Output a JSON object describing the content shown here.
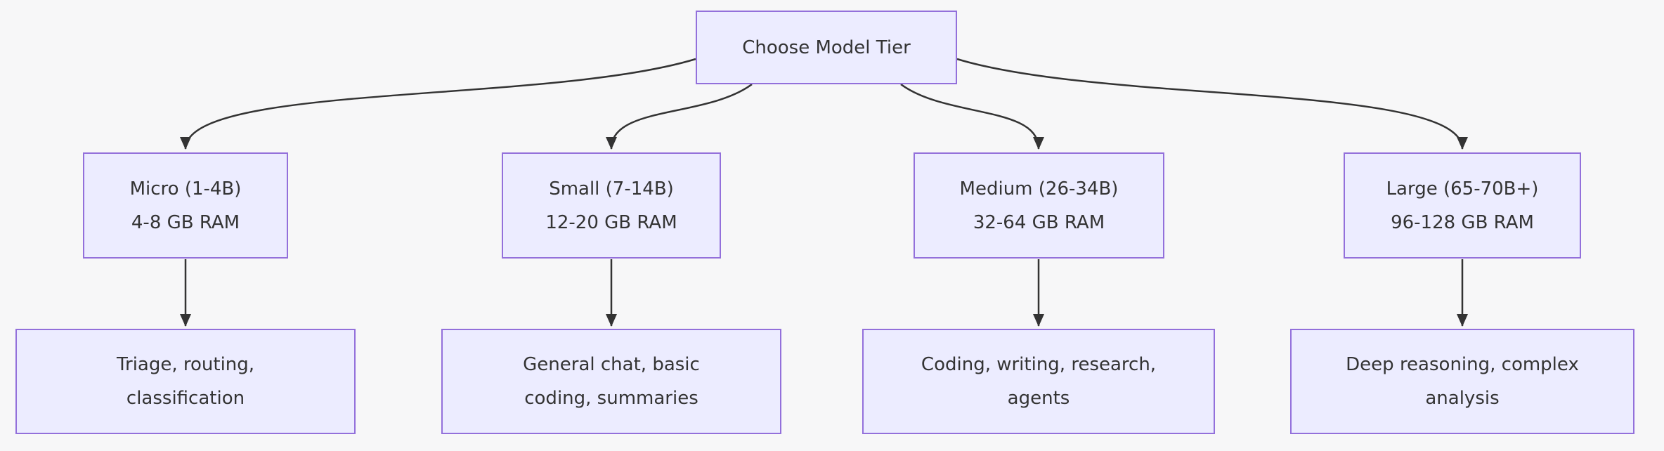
{
  "diagram": {
    "type": "flowchart",
    "direction": "top-down",
    "root_label": "Choose Model Tier",
    "tiers": [
      {
        "name": "Micro (1-4B)",
        "ram": "4-8 GB RAM",
        "use_line1": "Triage, routing,",
        "use_line2": "classification"
      },
      {
        "name": "Small (7-14B)",
        "ram": "12-20 GB RAM",
        "use_line1": "General chat, basic",
        "use_line2": "coding, summaries"
      },
      {
        "name": "Medium (26-34B)",
        "ram": "32-64 GB RAM",
        "use_line1": "Coding, writing, research,",
        "use_line2": "agents"
      },
      {
        "name": "Large (65-70B+)",
        "ram": "96-128 GB RAM",
        "use_line1": "Deep reasoning, complex",
        "use_line2": "analysis"
      }
    ],
    "colors": {
      "node_fill": "#ECECFF",
      "node_border": "#9370DB",
      "edge": "#333333",
      "text": "#333333",
      "background": "#F7F7F8"
    }
  }
}
